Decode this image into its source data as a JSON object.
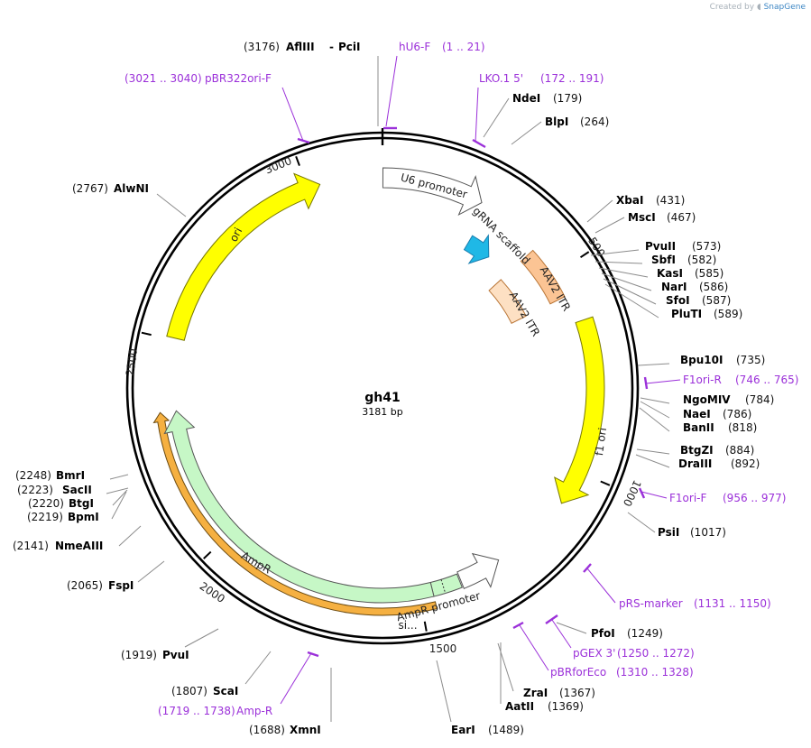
{
  "credit": {
    "prefix": "Created by",
    "brand": "SnapGene"
  },
  "plasmid": {
    "name": "gh41",
    "length_label": "3181 bp",
    "length": 3181
  },
  "colors": {
    "yellow": "#ffff00",
    "ampr": "#c6f7c6",
    "orange_highlight": "#f5b041",
    "gRNA": "#1fb8e6",
    "itr1": "#fbc494",
    "itr2": "#fde0c3",
    "primer": "#9b30d9"
  },
  "ticks": [
    {
      "pos": 500,
      "label": "500"
    },
    {
      "pos": 1000,
      "label": "1000"
    },
    {
      "pos": 1500,
      "label": "1500"
    },
    {
      "pos": 2000,
      "label": "2000"
    },
    {
      "pos": 2500,
      "label": "2500"
    },
    {
      "pos": 3000,
      "label": "3000"
    }
  ],
  "features": [
    {
      "name": "U6 promoter",
      "start": 1,
      "end": 249,
      "type": "promoter",
      "color": "#ffffff"
    },
    {
      "name": "gRNA scaffold",
      "start": 270,
      "end": 345,
      "type": "misc_RNA",
      "color": "#1fb8e6"
    },
    {
      "name": "AAV2 ITR",
      "start": 420,
      "end": 560,
      "type": "repeat",
      "color": "#fbc494"
    },
    {
      "name": "AAV2 ITR",
      "start": 420,
      "end": 560,
      "type": "repeat",
      "color": "#fde0c3"
    },
    {
      "name": "f1 ori",
      "start": 630,
      "end": 1085,
      "type": "rep_origin",
      "color": "#ffff00"
    },
    {
      "name": "AmpR promoter",
      "start": 1290,
      "end": 1395,
      "type": "promoter",
      "color": "#ffffff"
    },
    {
      "name": "si...",
      "start": 1398,
      "end": 1468,
      "type": "signal",
      "color": "#c6f7c6"
    },
    {
      "name": "AmpR",
      "start": 1468,
      "end": 2330,
      "type": "CDS",
      "color": "#c6f7c6"
    },
    {
      "name": "ori",
      "start": 2505,
      "end": 3030,
      "type": "rep_origin",
      "color": "#ffff00"
    }
  ],
  "enzymes": [
    {
      "name": "AflIII",
      "pos": "3176",
      "label": "AflIII"
    },
    {
      "name": "PciI",
      "pos": "3176",
      "label": "PciI"
    },
    {
      "name": "NdeI",
      "pos": "179"
    },
    {
      "name": "BlpI",
      "pos": "264"
    },
    {
      "name": "XbaI",
      "pos": "431"
    },
    {
      "name": "MscI",
      "pos": "467"
    },
    {
      "name": "PvuII",
      "pos": "573"
    },
    {
      "name": "SbfI",
      "pos": "582"
    },
    {
      "name": "KasI",
      "pos": "585"
    },
    {
      "name": "NarI",
      "pos": "586"
    },
    {
      "name": "SfoI",
      "pos": "587"
    },
    {
      "name": "PluTI",
      "pos": "589"
    },
    {
      "name": "Bpu10I",
      "pos": "735"
    },
    {
      "name": "NgoMIV",
      "pos": "784"
    },
    {
      "name": "NaeI",
      "pos": "786"
    },
    {
      "name": "BanII",
      "pos": "818"
    },
    {
      "name": "BtgZI",
      "pos": "884"
    },
    {
      "name": "DraIII",
      "pos": "892"
    },
    {
      "name": "PsiI",
      "pos": "1017"
    },
    {
      "name": "PfoI",
      "pos": "1249"
    },
    {
      "name": "ZraI",
      "pos": "1367"
    },
    {
      "name": "AatII",
      "pos": "1369"
    },
    {
      "name": "EarI",
      "pos": "1489"
    },
    {
      "name": "XmnI",
      "pos": "1688"
    },
    {
      "name": "ScaI",
      "pos": "1807"
    },
    {
      "name": "PvuI",
      "pos": "1919"
    },
    {
      "name": "FspI",
      "pos": "2065"
    },
    {
      "name": "NmeAIII",
      "pos": "2141"
    },
    {
      "name": "BpmI",
      "pos": "2219"
    },
    {
      "name": "BtgI",
      "pos": "2220"
    },
    {
      "name": "SacII",
      "pos": "2223"
    },
    {
      "name": "BmrI",
      "pos": "2248"
    },
    {
      "name": "AlwNI",
      "pos": "2767"
    }
  ],
  "primers": [
    {
      "name": "hU6-F",
      "range": "(1 .. 21)"
    },
    {
      "name": "LKO.1 5'",
      "range": "(172 .. 191)"
    },
    {
      "name": "pBR322ori-F",
      "range": "(3021 .. 3040)"
    },
    {
      "name": "F1ori-R",
      "range": "(746 .. 765)"
    },
    {
      "name": "F1ori-F",
      "range": "(956 .. 977)"
    },
    {
      "name": "pRS-marker",
      "range": "(1131 .. 1150)"
    },
    {
      "name": "pGEX 3'",
      "range": "(1250 .. 1272)"
    },
    {
      "name": "pBRforEco",
      "range": "(1310 .. 1328)"
    },
    {
      "name": "Amp-R",
      "range": "(1719 .. 1738)"
    }
  ]
}
